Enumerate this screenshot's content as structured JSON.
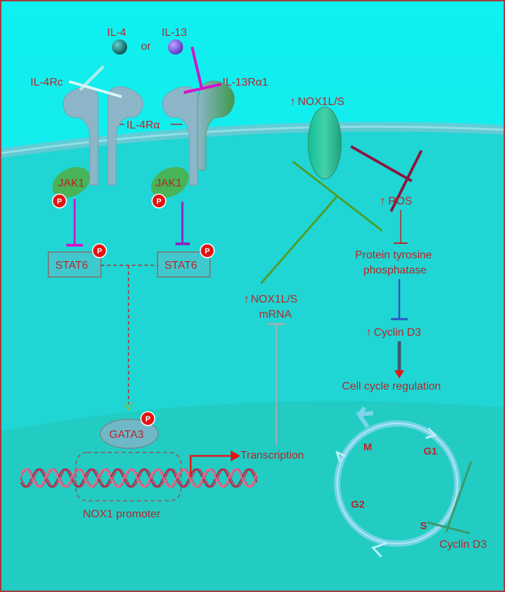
{
  "colors": {
    "background_top": "#19e6ea",
    "cytoplasm": "#1fd8d6",
    "nucleus": "#27cfc6",
    "label": "#b5262b",
    "phospho": "#e41414",
    "membrane": "#3fb5c0",
    "receptor": "#8cb6c8",
    "jak": "#4cb04a",
    "nox_oval": "#1fb98e",
    "magenta": "#d214c8",
    "purple": "#8f26c6",
    "green_line": "#4f9d2a",
    "maroon": "#8a1740",
    "blue": "#2c53c7",
    "cycle": "#7dd4ea"
  },
  "ligands": {
    "il4": "IL-4",
    "or": "or",
    "il13": "IL-13"
  },
  "receptors": {
    "il4rc": "IL-4Rc",
    "il13ra1": "IL-13Rα1",
    "il4ra": "IL-4Rα"
  },
  "kinases": {
    "jak1_left": "JAK1",
    "jak1_right": "JAK1",
    "phospho": "P"
  },
  "stat": {
    "left": "STAT6",
    "right": "STAT6"
  },
  "nucleus": {
    "gata3": "GATA3",
    "promoter": "NOX1 promoter",
    "transcription": "Transcription"
  },
  "pathway": {
    "nox_protein": "NOX1L/S",
    "ros": "ROS",
    "ptp_line1": "Protein tyrosine",
    "ptp_line2": "phosphatase",
    "nox_mrna_line1": "NOX1L/S",
    "nox_mrna_line2": "mRNA",
    "cyclin": "Cyclin D3",
    "cell_cycle": "Cell cycle regulation",
    "up_arrow": "↑"
  },
  "cycle": {
    "m": "M",
    "g1": "G1",
    "g2": "G2",
    "s": "S",
    "cyclin_d3": "Cyclin D3"
  }
}
